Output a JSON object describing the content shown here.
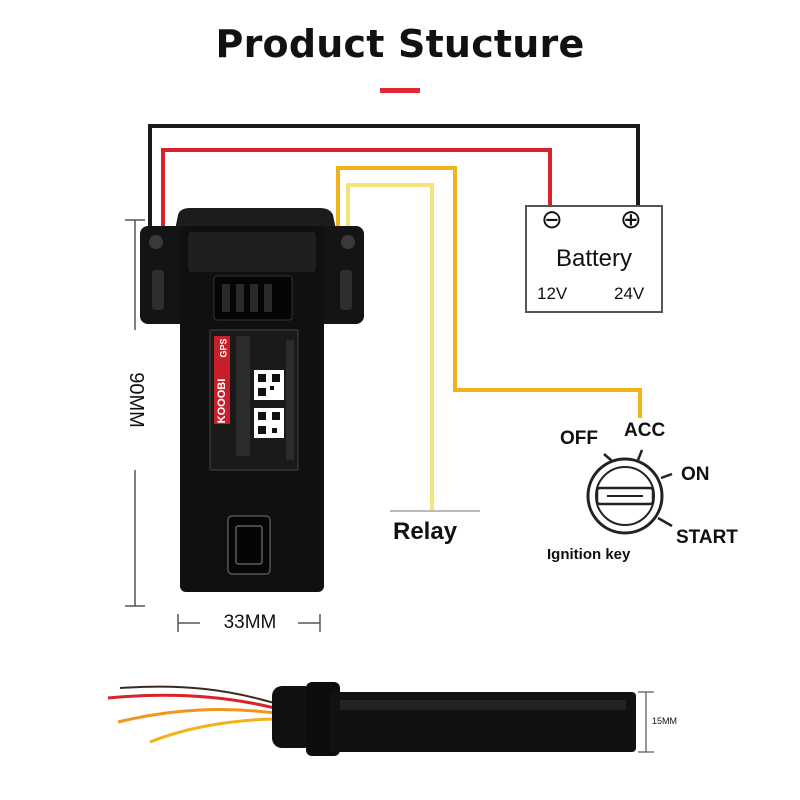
{
  "title": "Product Stucture",
  "accent_color": "#e2262d",
  "wires": {
    "black": "#1a1a1a",
    "red": "#d8232a",
    "yellow": "#f2b21b",
    "light_yellow": "#f7e27a"
  },
  "battery": {
    "label": "Battery",
    "minus_symbol": "⊖",
    "plus_symbol": "⊕",
    "voltage_low": "12V",
    "voltage_high": "24V"
  },
  "relay": {
    "label": "Relay"
  },
  "ignition": {
    "label": "Ignition key",
    "off": "OFF",
    "acc": "ACC",
    "on": "ON",
    "start": "START"
  },
  "dimensions": {
    "height": "90MM",
    "width": "33MM",
    "thickness": "15MM"
  },
  "device": {
    "brand_label": "KOOOBI",
    "side_label": "GPS"
  }
}
